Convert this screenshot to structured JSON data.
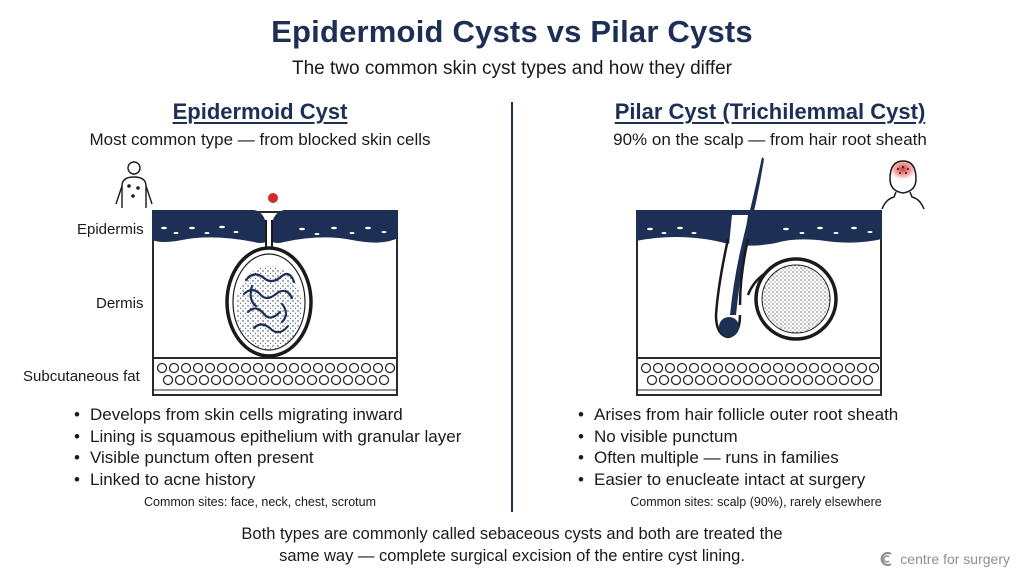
{
  "title": "Epidermoid Cysts vs Pilar Cysts",
  "subtitle": "The two common skin cyst types and how they differ",
  "left": {
    "heading": "Epidermoid Cyst",
    "subheading": "Most common type — from blocked skin cells",
    "layers": {
      "epidermis": "Epidermis",
      "dermis": "Dermis",
      "fat": "Subcutaneous fat"
    },
    "bullets": [
      "Develops from skin cells migrating inward",
      "Lining is squamous epithelium with granular layer",
      "Visible punctum often present",
      "Linked to acne history"
    ],
    "sites": "Common sites: face, neck, chest, scrotum"
  },
  "right": {
    "heading": "Pilar Cyst (Trichilemmal Cyst)",
    "subheading": "90% on the scalp — from hair root sheath",
    "bullets": [
      "Arises from hair follicle outer root sheath",
      "No visible punctum",
      "Often multiple — runs in families",
      "Easier to enucleate intact at surgery"
    ],
    "sites": "Common sites: scalp (90%), rarely elsewhere"
  },
  "footer": {
    "line1": "Both types are commonly called sebaceous cysts and both are treated the",
    "line2": "same way — complete surgical excision of the entire cyst lining."
  },
  "brand": "centre for surgery",
  "colors": {
    "navy": "#1d2f55",
    "punctum_red": "#d42a2a",
    "border": "#2a2a2a"
  }
}
